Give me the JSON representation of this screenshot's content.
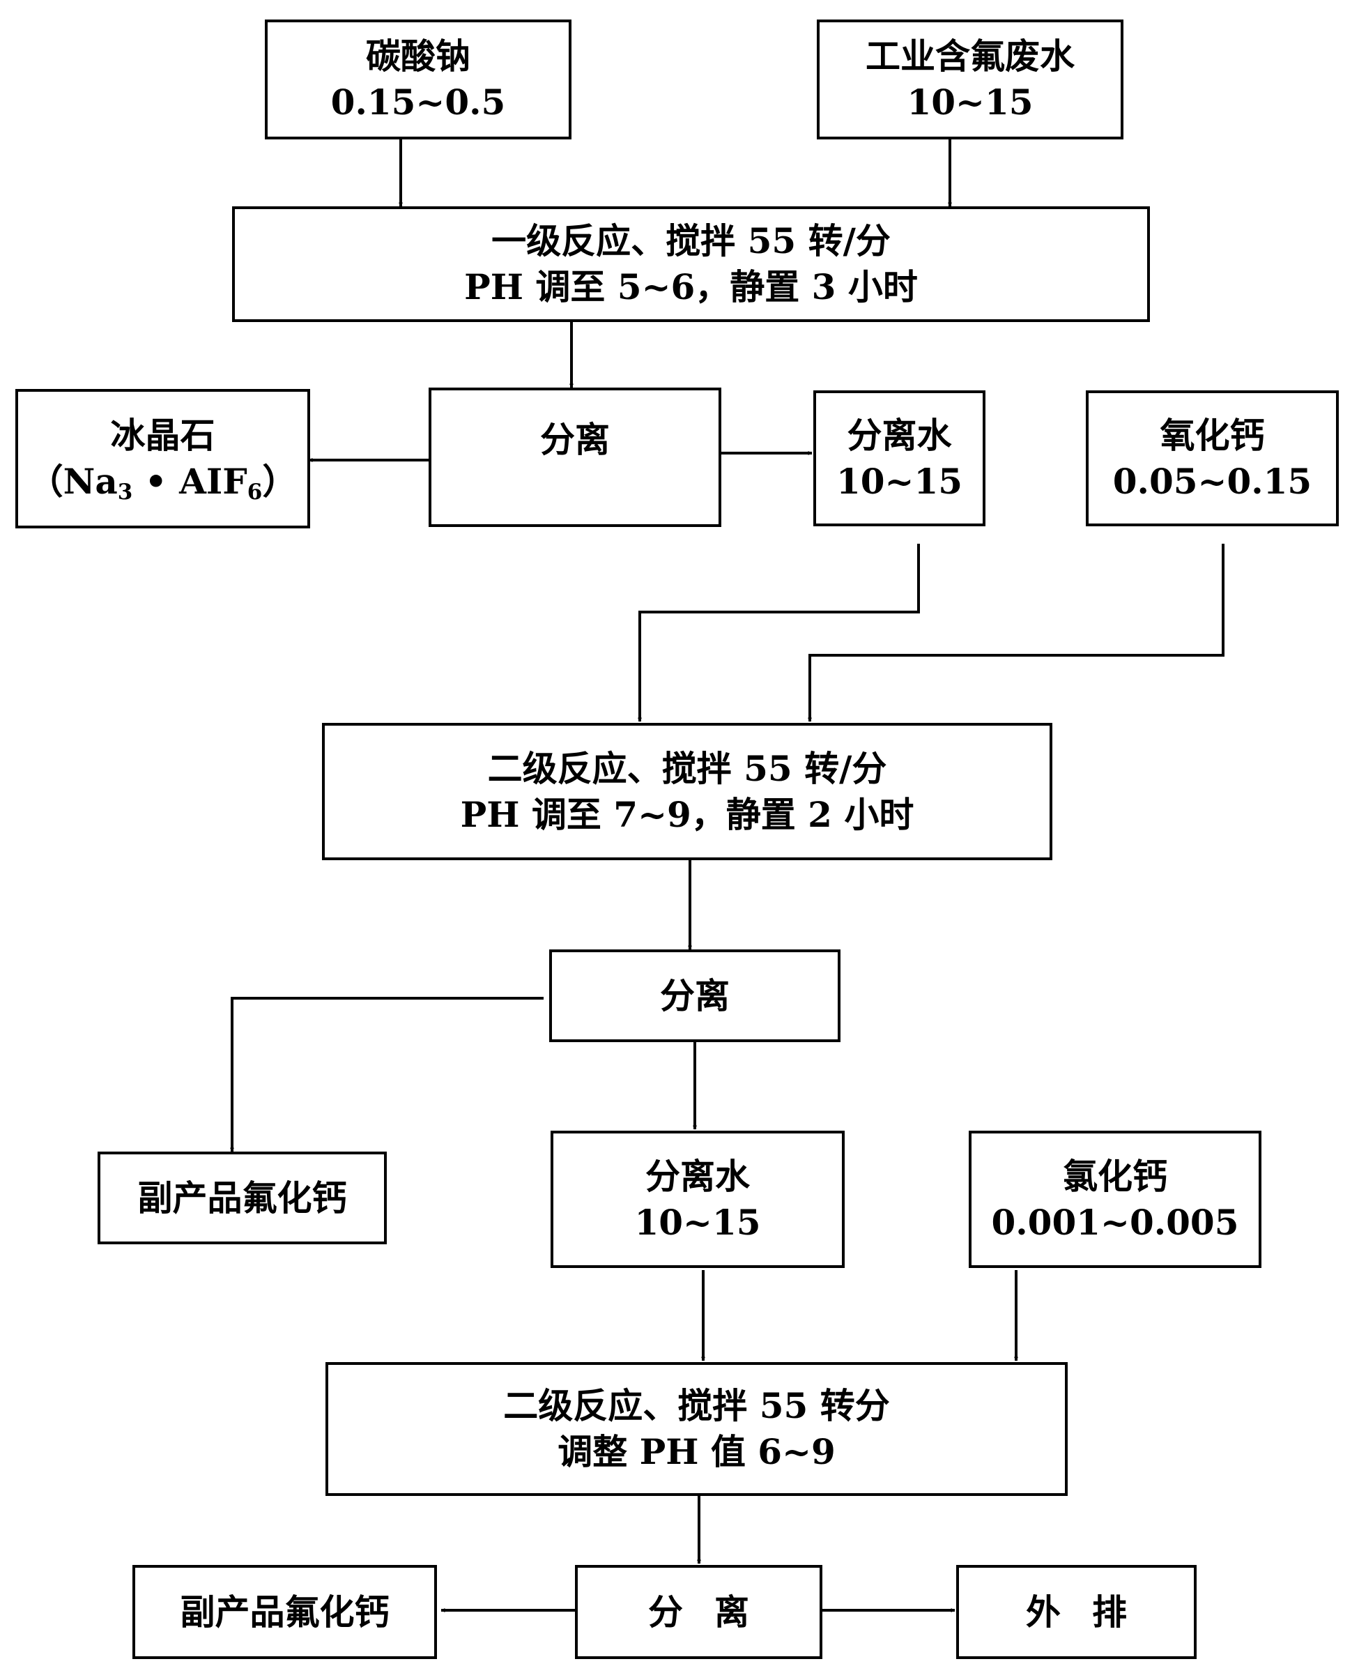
{
  "inputs": {
    "sodium_carbonate": {
      "name": "碳酸钠",
      "amount": "0.15~0.5"
    },
    "fluoride_wastewater": {
      "name": "工业含氟废水",
      "amount": "10~15"
    },
    "calcium_oxide": {
      "name": "氧化钙",
      "amount": "0.05~0.15"
    },
    "calcium_chloride": {
      "name": "氯化钙",
      "amount": "0.001~0.005"
    }
  },
  "stage1": {
    "line1": "一级反应、搅拌 55 转/分",
    "line2": "PH 调至 5~6，静置 3 小时"
  },
  "separation1": {
    "label": "分离"
  },
  "cryolite": {
    "name": "冰晶石",
    "formula_open": "（Na",
    "formula_sub1": "3",
    "formula_mid": " • AIF",
    "formula_sub2": "6",
    "formula_close": "）"
  },
  "separated_water1": {
    "name": "分离水",
    "amount": "10~15"
  },
  "stage2": {
    "line1": "二级反应、搅拌 55 转/分",
    "line2": "PH 调至 7~9，静置 2 小时"
  },
  "separation2": {
    "label": "分离"
  },
  "byproduct1": {
    "label": "副产品氟化钙"
  },
  "separated_water2": {
    "name": "分离水",
    "amount": "10~15"
  },
  "stage3": {
    "line1": "二级反应、搅拌 55 转分",
    "line2": "调整 PH 值 6~9"
  },
  "separation3": {
    "label": "分离"
  },
  "byproduct2": {
    "label": "副产品氟化钙"
  },
  "discharge": {
    "label": "外排"
  }
}
